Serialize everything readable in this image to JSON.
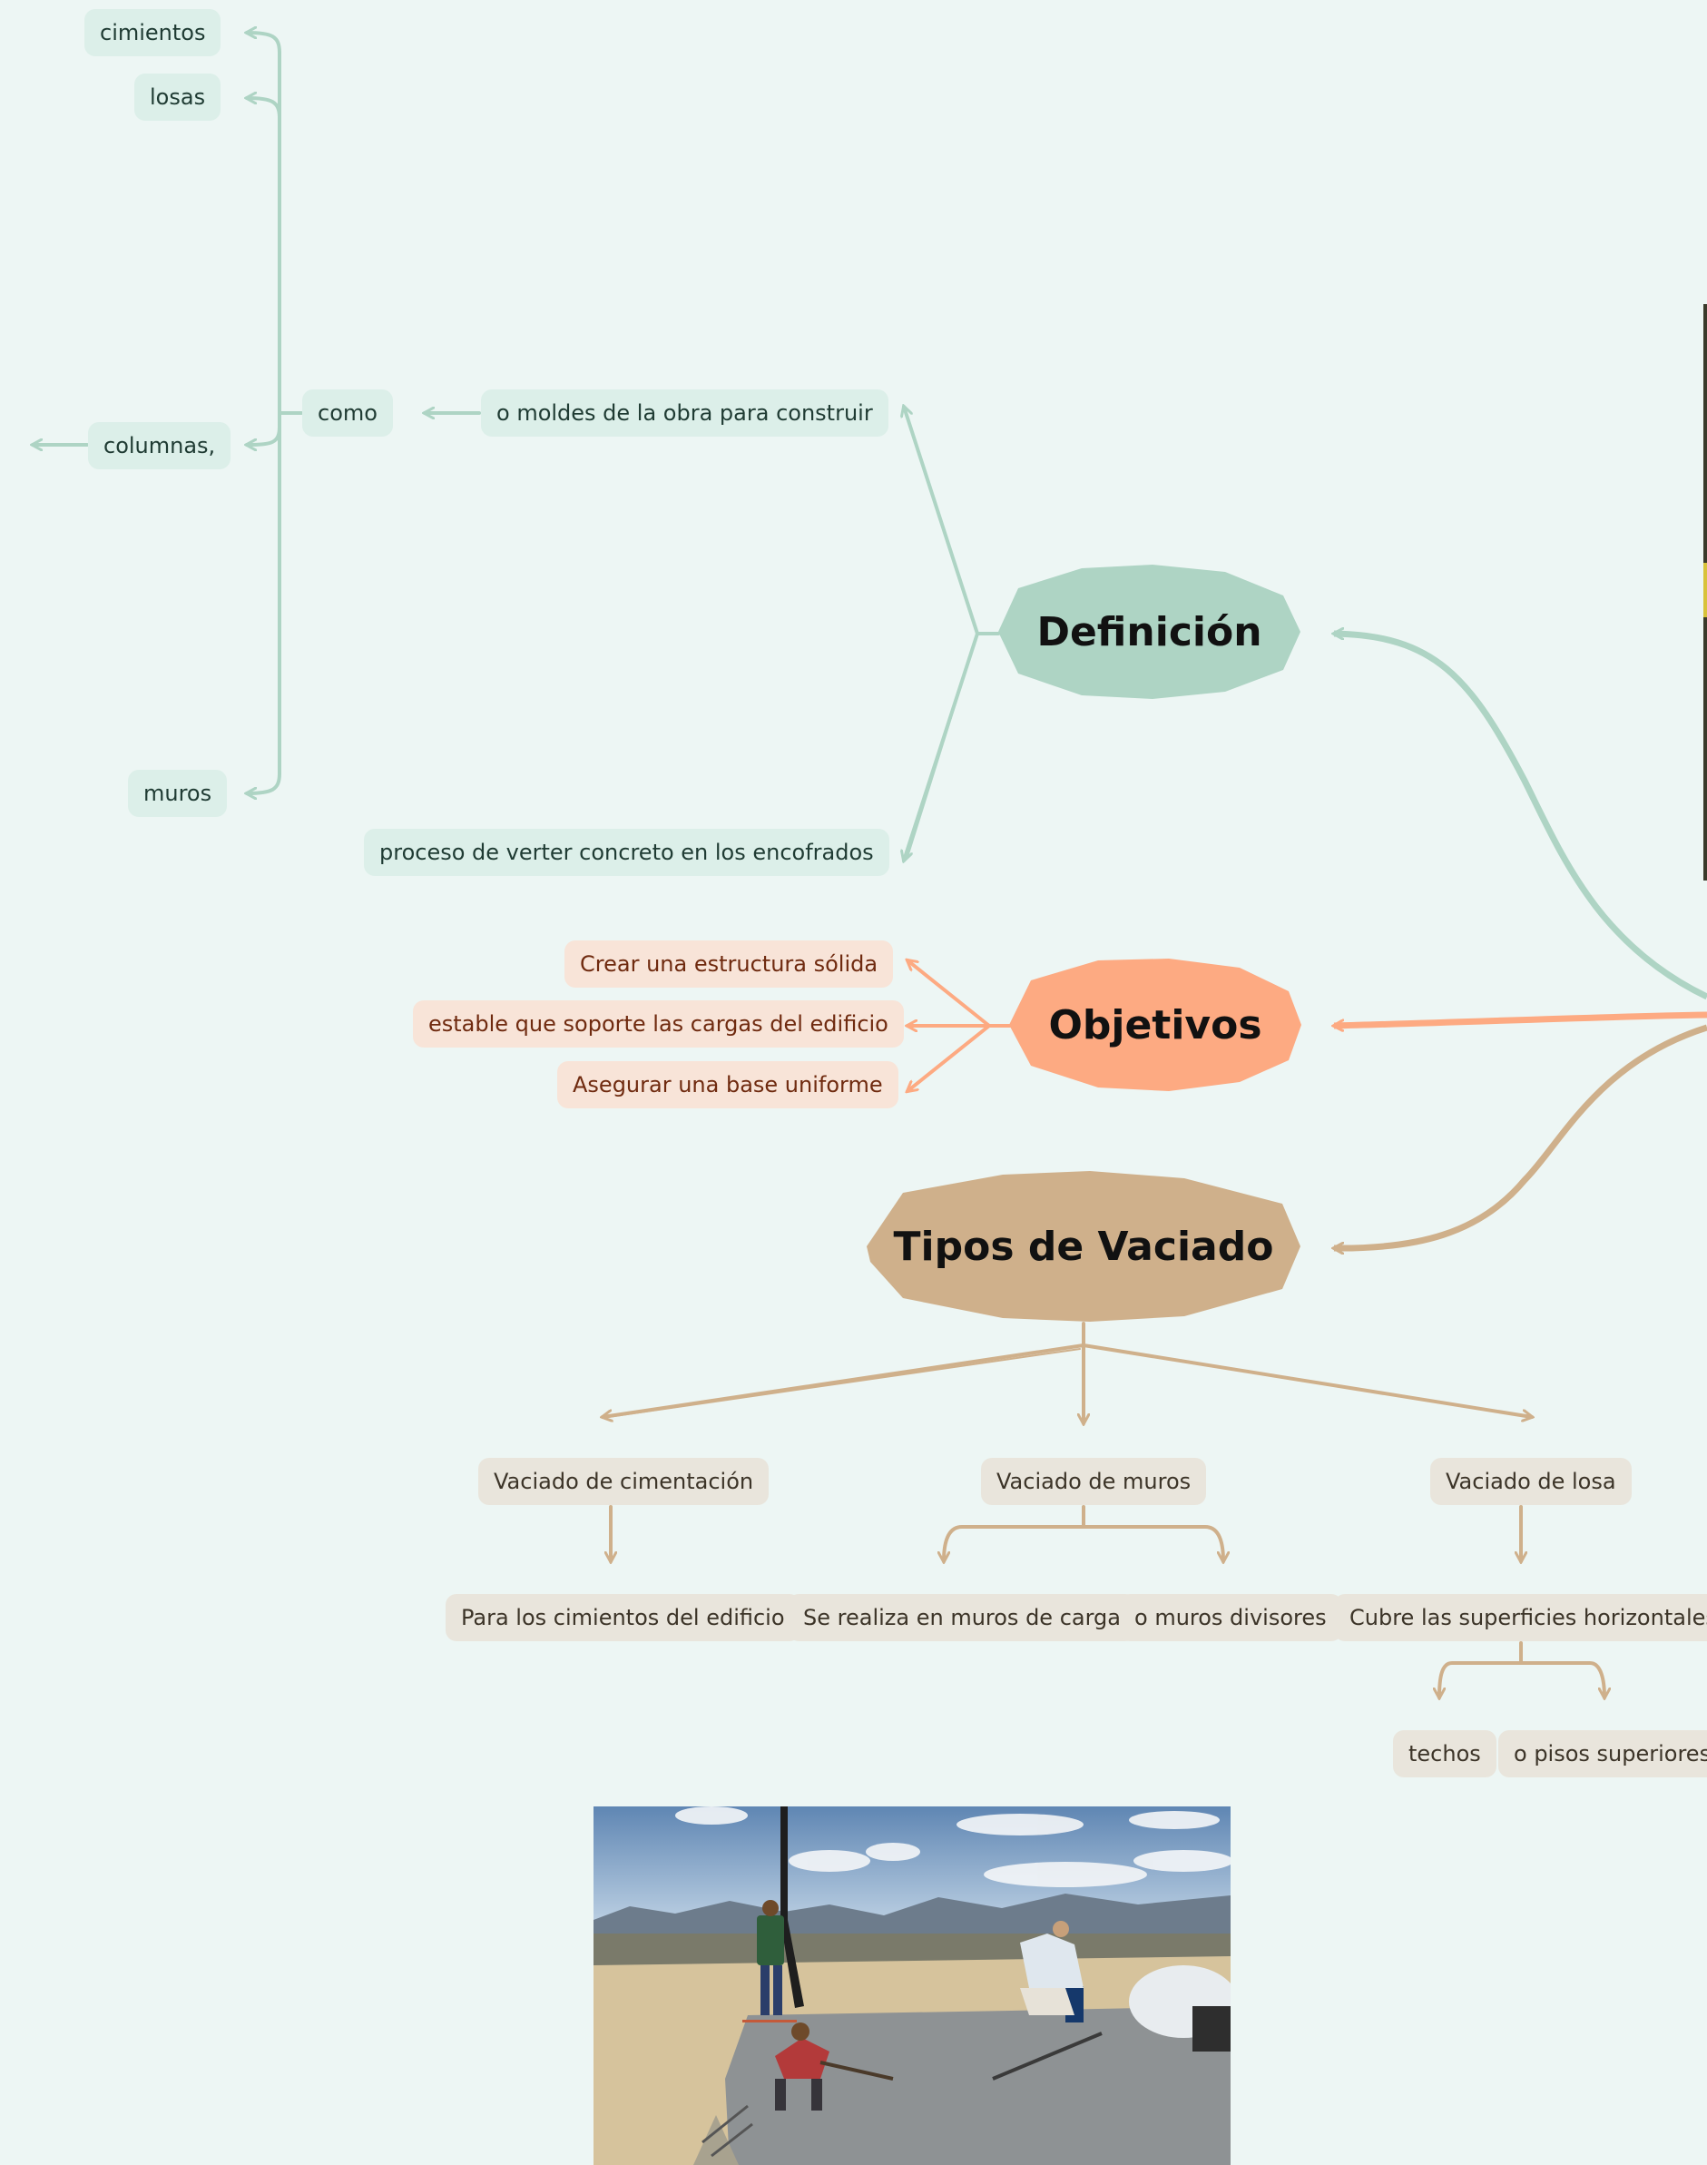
{
  "colors": {
    "background": "#edf6f4",
    "definicion": "#aed4c4",
    "objetivos": "#fdaa82",
    "tipos": "#cfb08b"
  },
  "hubs": {
    "definicion": "Definición",
    "objetivos": "Objetivos",
    "tipos": "Tipos de Vaciado"
  },
  "definicion": {
    "moldes": "o moldes de la obra para construir",
    "como": "como",
    "items": [
      "cimientos",
      "losas",
      "columnas,",
      "muros"
    ],
    "proceso": "proceso de verter concreto en los encofrados"
  },
  "objetivos": {
    "items": [
      "Crear una estructura sólida",
      "estable que soporte las cargas del edificio",
      "Asegurar una base uniforme"
    ]
  },
  "tipos": {
    "cimentacion": "Vaciado de cimentación",
    "cimentacion_detalle": "Para los cimientos del edificio",
    "muros": "Vaciado de muros",
    "muros_carga": "Se realiza en muros de carga",
    "muros_divisores": "o muros divisores",
    "losa": "Vaciado de losa",
    "losa_detalle": "Cubre las superficies horizontales",
    "techos": "techos",
    "pisos": "o pisos superiores"
  },
  "image": {
    "subject": "concrete pouring on a slab"
  }
}
